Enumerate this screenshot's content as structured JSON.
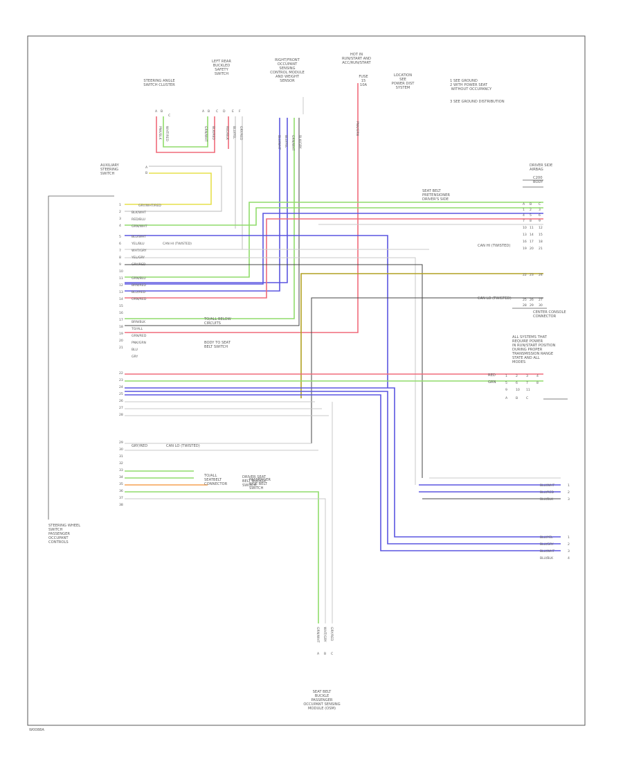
{
  "footer_code": "W0088A",
  "wire_colors": {
    "red": "#f06a7a",
    "green": "#8fdc6a",
    "blue": "#5a55e0",
    "yellow": "#e6e04a",
    "orange": "#f5a050",
    "olive": "#b0a020",
    "dark": "#444444",
    "gray": "#c8c8c8",
    "frame": "#555555"
  },
  "top_labels": [
    {
      "text": "STEERING ANGLE\nSWITCH CLUSTER"
    },
    {
      "text": "LEFT REAR\nBUCKLED\nSAFETY\nSWITCH"
    },
    {
      "text": "RIGHT/FRONT\nOCCUPANT\nSENSING\nCONTROL MODULE\nAND WEIGHT\nSENSOR"
    },
    {
      "text": "HOT IN\nRUN/START AND\nACC/RUN/START"
    },
    {
      "text": "LOCATION\nSEE\nPOWER DIST\nSYSTEM"
    }
  ],
  "top_fuse": {
    "text": "FUSE\n15\n10A"
  },
  "notes": [
    {
      "text": "1  SEE GROUND\n2  WITH POWER SEAT\n   WITHOUT OCCUPANCY"
    },
    {
      "text": "3  SEE GROUND DISTRIBUTION"
    }
  ],
  "connectors": {
    "c1": "C200\nBODY",
    "c2": "DRIVER SEAT\nBELT BUCKLE\nSWITCH"
  },
  "left_labels": {
    "left_module": "AUXILIARY\nSTEERING\nSWITCH",
    "bottom_left": "STEERING WHEEL\nSWITCH\nPASSENGER\nOCCUPANT\nCONTROLS"
  },
  "wire_labels": [
    {
      "text": "GRY/WHT/RED"
    },
    {
      "text": "BLK/WHT"
    },
    {
      "text": "RED/BLU"
    },
    {
      "text": "GRN/WHT"
    },
    {
      "text": "BLU/WHT"
    },
    {
      "text": "YEL/BLU"
    },
    {
      "text": "CAN HI (TWISTED)"
    },
    {
      "text": "WHT/GRY"
    },
    {
      "text": "YEL/GRY"
    },
    {
      "text": "GRY/RED"
    },
    {
      "text": "GRN/BLU"
    },
    {
      "text": "BRN/RED"
    },
    {
      "text": "BLU/RED"
    },
    {
      "text": "ORN/RED"
    },
    {
      "text": "BRN/BLK"
    },
    {
      "text": "TO/ALL"
    },
    {
      "text": "GRN/RED"
    },
    {
      "text": "PNK/GRN"
    },
    {
      "text": "BLU"
    },
    {
      "text": "GRY"
    }
  ],
  "right_labels": [
    {
      "text": "SEAT BELT\nPRETENSIONER\nDRIVER'S SIDE"
    },
    {
      "text": "CAN HI (TWISTED)"
    },
    {
      "text": "DRIVER SIDE\nAIRBAG"
    },
    {
      "text": "CAN LO (TWISTED)"
    },
    {
      "text": "CENTER CONSOLE\nCONNECTOR"
    },
    {
      "text": "ALL SYSTEMS THAT\nREQUIRE POWER\nIN RUN/START POSITION\nDURING PROPER\nTRANSMISSION RANGE\nSTATE AND ALL\nMODES"
    },
    {
      "text": "RED"
    },
    {
      "text": "GRN"
    }
  ],
  "right_bottom_labels": [
    {
      "text": "BLU/WHT"
    },
    {
      "text": "BLU/RED"
    },
    {
      "text": "BLU/BLK"
    },
    {
      "text": "BLU/YEL"
    },
    {
      "text": "BLU/GRY"
    },
    {
      "text": "BLU/WHT"
    },
    {
      "text": "BLU/BLK"
    }
  ],
  "mid_labels": [
    {
      "text": "TO/ALL BELOW\nCIRCUITS"
    },
    {
      "text": "BODY TO SEAT\nBELT SWITCH"
    },
    {
      "text": "CAN LO (TWISTED)"
    },
    {
      "text": "GRY/RED"
    },
    {
      "text": "TO/ALL\nSEATBELT\nCONNECTOR"
    },
    {
      "text": "PASSENGER\nSIDE BELT\nSWITCH"
    }
  ],
  "bottom_labels": {
    "bottom_module": "SEAT BELT\nBUCKLE\nPASSENGER\nOCCUPANT SENSING\nMODULE (OSM)"
  }
}
